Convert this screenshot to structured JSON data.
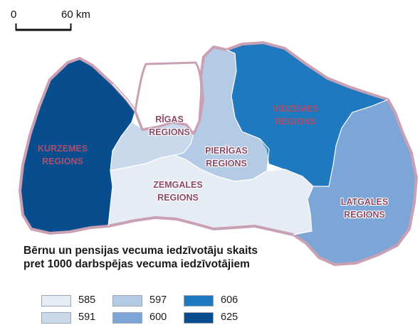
{
  "scale": {
    "zero_label": "0",
    "distance_label": "60 km"
  },
  "regions": {
    "kurzeme": {
      "line1": "KURZEMES",
      "line2": "REGIONS",
      "color": "#084d8e",
      "value": "625"
    },
    "riga": {
      "line1": "RĪGAS",
      "line2": "REGIONS",
      "color": "#c8d9ec",
      "value": "591"
    },
    "pieriga": {
      "line1": "PIERĪGAS",
      "line2": "REGIONS",
      "color": "#b4cbe6",
      "value": "597"
    },
    "zemgale": {
      "line1": "ZEMGALES",
      "line2": "REGIONS",
      "color": "#e6ecf3",
      "value": "585"
    },
    "vidzeme": {
      "line1": "VIDZEMES",
      "line2": "REGIONS",
      "color": "#1f79bf",
      "value": "606"
    },
    "latgale": {
      "line1": "LATGALES",
      "line2": "REGIONS",
      "color": "#7ca6d7",
      "value": "600"
    }
  },
  "colors": {
    "border": "#c9a0b4",
    "gulf": "#ffffff"
  },
  "legend": {
    "title_line1": "Bērnu un pensijas vecuma iedzīvotāju skaits",
    "title_line2": "pret 1000 darbspējas vecuma iedzīvotājiem",
    "items": [
      {
        "value": "585",
        "color": "#e6ecf3"
      },
      {
        "value": "591",
        "color": "#c8d9ec"
      },
      {
        "value": "597",
        "color": "#b4cbe6"
      },
      {
        "value": "600",
        "color": "#7ca6d7"
      },
      {
        "value": "606",
        "color": "#1f79bf"
      },
      {
        "value": "625",
        "color": "#084d8e"
      }
    ]
  }
}
